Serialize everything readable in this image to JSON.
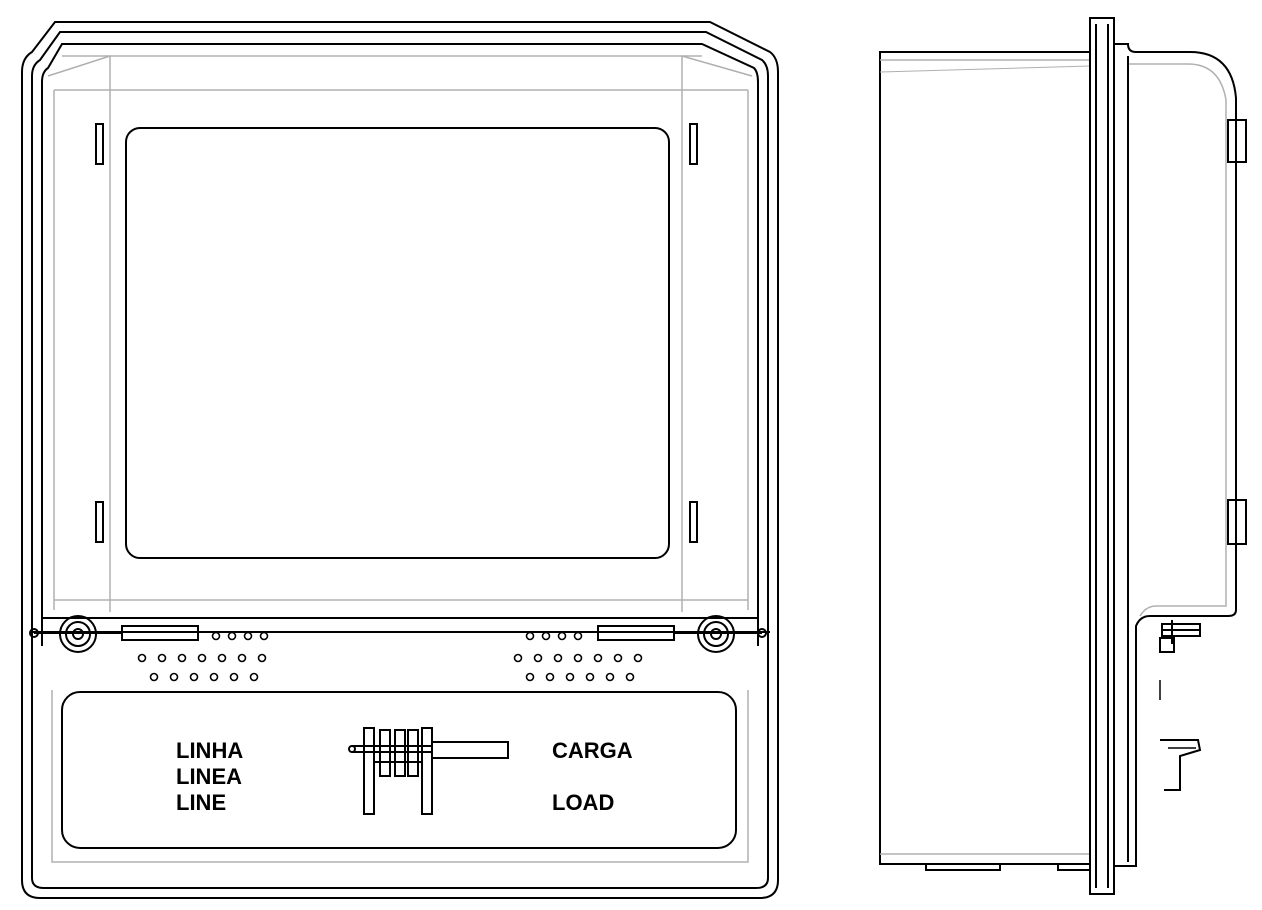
{
  "front_view": {
    "line_labels": [
      "LINHA",
      "LINEA",
      "LINE"
    ],
    "load_labels": [
      "CARGA",
      "LOAD"
    ]
  },
  "colors": {
    "stroke": "#000000",
    "light_stroke": "#b0b0b0",
    "background": "#ffffff"
  }
}
